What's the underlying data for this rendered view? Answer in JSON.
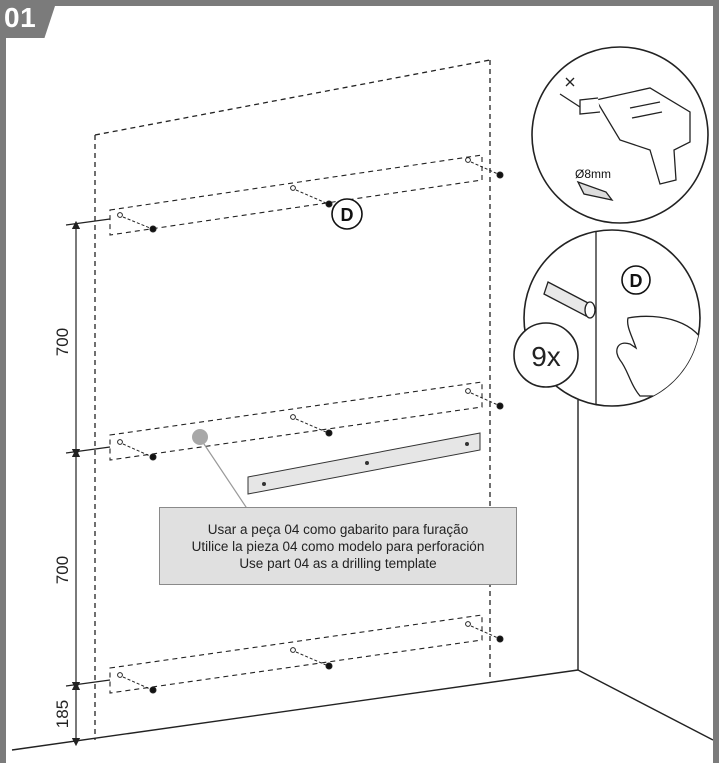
{
  "step": {
    "number": "01"
  },
  "dimensions": {
    "first": "700",
    "second": "700",
    "third": "185"
  },
  "hardware": {
    "fixing_label": "D",
    "drill_bit": "Ø8mm",
    "quantity": "9x"
  },
  "note": {
    "lines": [
      "Usar a peça 04 como gabarito para furação",
      "Utilice la pieza 04 como modelo para perforación",
      "Use part 04 as a drilling template"
    ]
  },
  "colors": {
    "frame": "#7b7b7b",
    "note_background": "#e0e0e0",
    "ink": "#111111",
    "callout_dot": "#a8a8a8"
  }
}
